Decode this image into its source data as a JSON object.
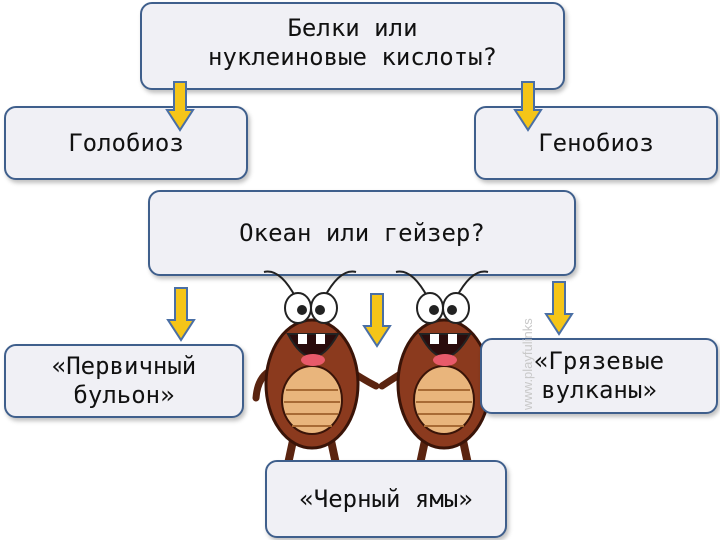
{
  "diagram": {
    "question_top": "Белки или\nнуклеиновые кислоты?",
    "option_left": "Голобиоз",
    "option_right": "Генобиоз",
    "question_middle": "Океан или гейзер?",
    "option_broth": "«Первичный\nбульон»",
    "option_mud": "«Грязевые\nвулканы»",
    "option_black": "«Черный ямы»"
  },
  "illustration": {
    "icon": "two-cartoon-cockroaches",
    "watermark": "www.playfulinks",
    "colors": {
      "arrow_fill": "#f5c518",
      "arrow_stroke": "#4a6fa5",
      "bug_body": "#8b3a1e",
      "bug_belly": "#e9b57c"
    }
  }
}
